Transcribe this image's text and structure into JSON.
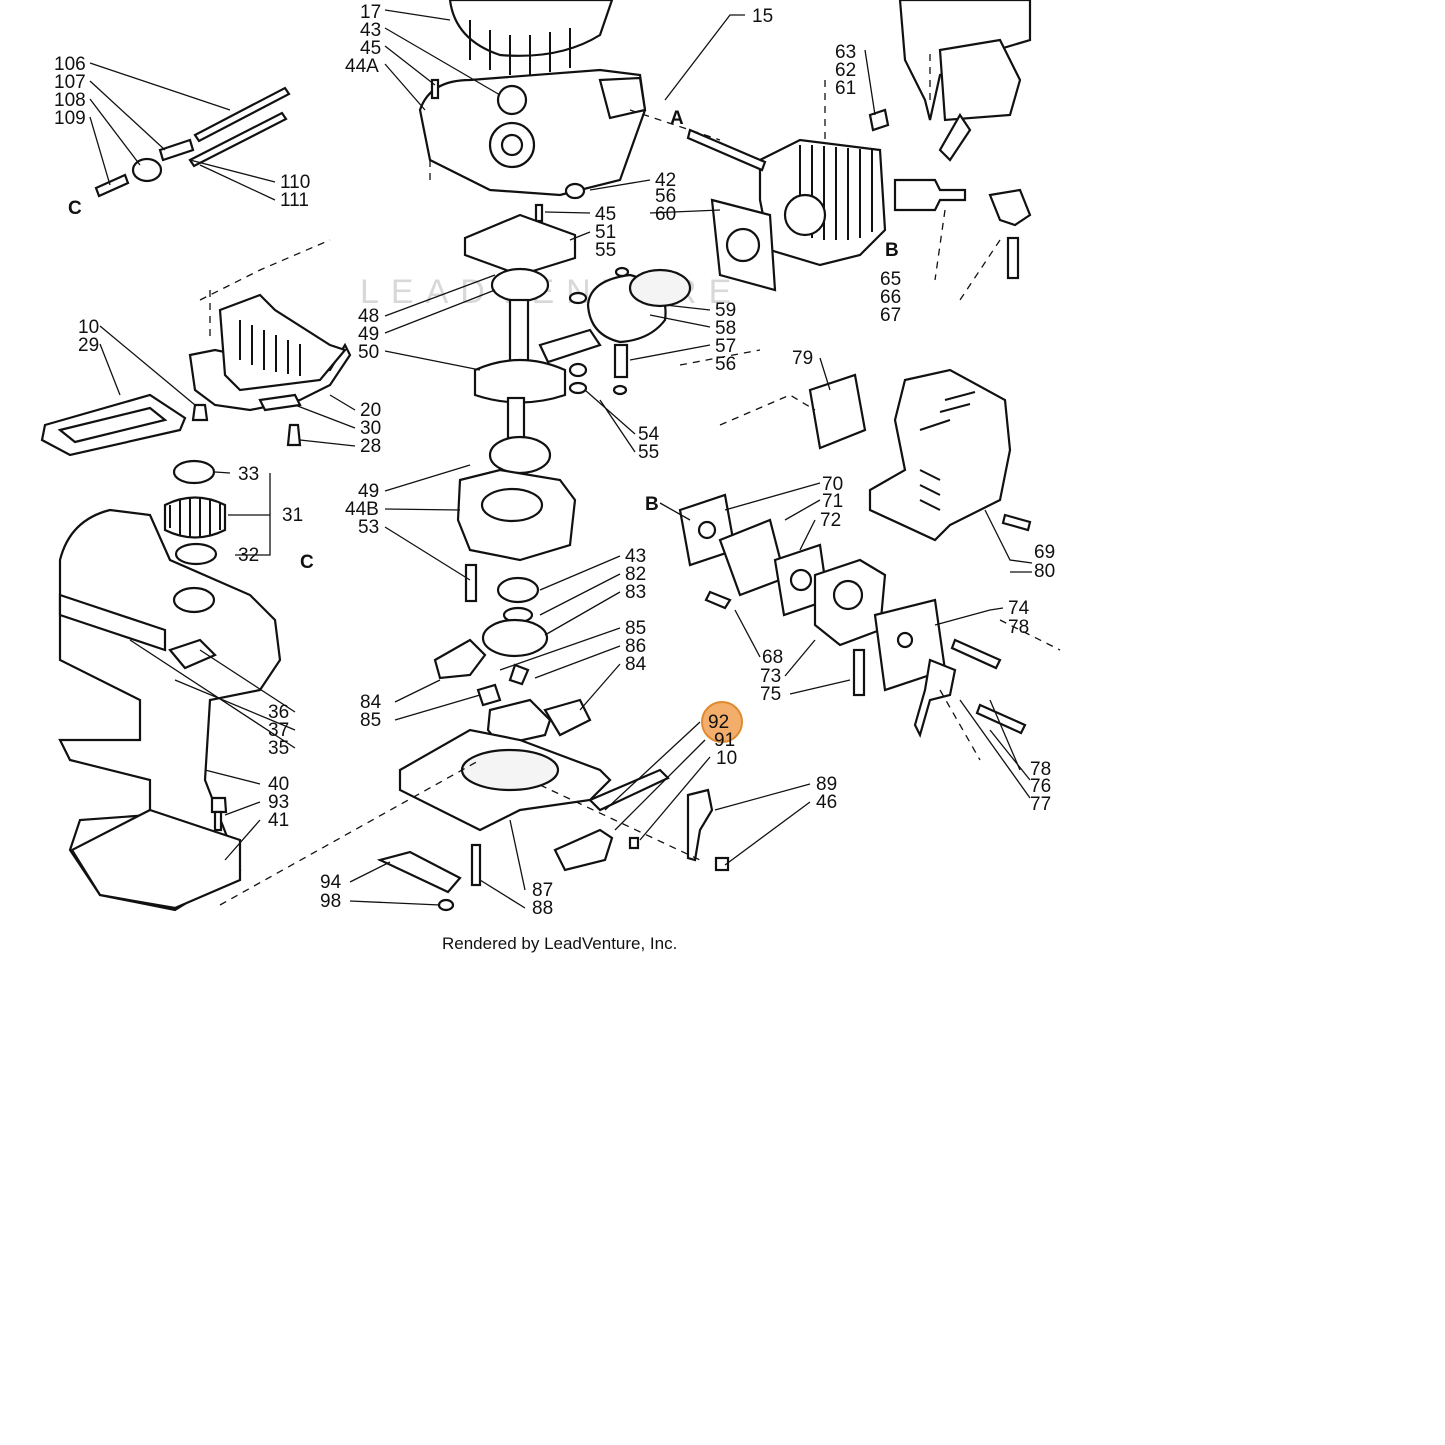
{
  "watermark": "LEADVENTURE",
  "footer": "Rendered by LeadVenture, Inc.",
  "highlighted_callout": "92",
  "colors": {
    "highlight": "#f0a050",
    "ink": "#111111"
  },
  "callouts": [
    "17",
    "43",
    "45",
    "44A",
    "15",
    "63",
    "62",
    "61",
    "106",
    "107",
    "108",
    "109",
    "110",
    "111",
    "C",
    "42",
    "56",
    "60",
    "45",
    "51",
    "55",
    "A",
    "B",
    "65",
    "66",
    "67",
    "10",
    "29",
    "48",
    "49",
    "50",
    "59",
    "58",
    "57",
    "56",
    "20",
    "30",
    "28",
    "54",
    "55",
    "79",
    "33",
    "31",
    "32",
    "C",
    "49",
    "44B",
    "53",
    "B",
    "70",
    "71",
    "72",
    "69",
    "80",
    "43",
    "82",
    "83",
    "85",
    "86",
    "84",
    "74",
    "78",
    "36",
    "37",
    "35",
    "84",
    "85",
    "68",
    "73",
    "75",
    "92",
    "91",
    "10",
    "78",
    "76",
    "77",
    "40",
    "93",
    "41",
    "89",
    "46",
    "94",
    "98",
    "87",
    "88"
  ]
}
